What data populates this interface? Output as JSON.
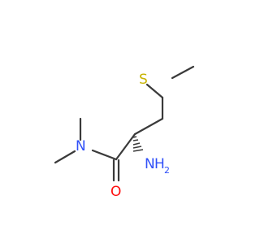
{
  "molecule": {
    "atom_labels": {
      "sulfur": "S",
      "nitrogen_amide": "N",
      "nitrogen_amine": "N",
      "amine_hydrogens": "H",
      "amine_hydrogen_count": "2",
      "oxygen": "O"
    },
    "colors": {
      "bond": "#3a3a3a",
      "sulfur": "#c8b400",
      "nitrogen": "#3050f8",
      "oxygen": "#ff0d0d"
    },
    "stereo": "wedge-hash"
  }
}
